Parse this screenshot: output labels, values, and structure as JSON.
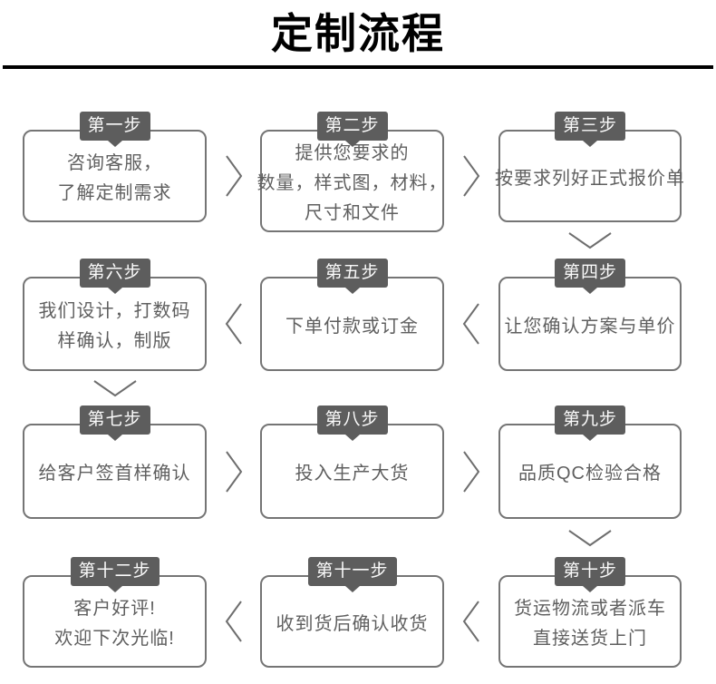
{
  "header": {
    "title": "定制流程"
  },
  "flow": {
    "steps": [
      {
        "label": "第一步",
        "lines": [
          "咨询客服，",
          "了解定制需求"
        ]
      },
      {
        "label": "第二步",
        "lines": [
          "提供您要求的",
          "数量，样式图，材料，",
          "尺寸和文件"
        ]
      },
      {
        "label": "第三步",
        "lines": [
          "按要求列好正式报价单"
        ]
      },
      {
        "label": "第四步",
        "lines": [
          "让您确认方案与单价"
        ]
      },
      {
        "label": "第五步",
        "lines": [
          "下单付款或订金"
        ]
      },
      {
        "label": "第六步",
        "lines": [
          "我们设计，打数码",
          "样确认，制版"
        ]
      },
      {
        "label": "第七步",
        "lines": [
          "给客户签首样确认"
        ]
      },
      {
        "label": "第八步",
        "lines": [
          "投入生产大货"
        ]
      },
      {
        "label": "第九步",
        "lines": [
          "品质QC检验合格"
        ]
      },
      {
        "label": "第十步",
        "lines": [
          "货运物流或者派车",
          "直接送货上门"
        ]
      },
      {
        "label": "第十一步",
        "lines": [
          "收到货后确认收货"
        ]
      },
      {
        "label": "第十二步",
        "lines": [
          "客户好评!",
          "欢迎下次光临!"
        ]
      }
    ],
    "colors": {
      "title_text": "#000000",
      "badge_background": "#5d5d5d",
      "badge_text": "#fafafa",
      "box_border": "#757575",
      "box_text": "#5f5f5f",
      "arrow": "#6e6e6e"
    }
  }
}
